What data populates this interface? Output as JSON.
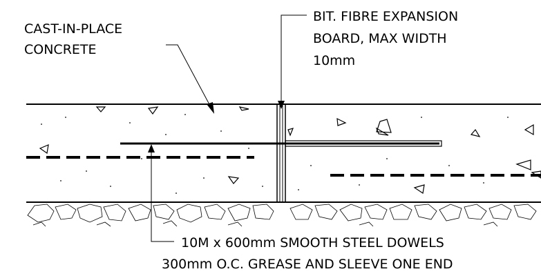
{
  "labels": {
    "concrete": [
      "CAST-IN-PLACE",
      "CONCRETE"
    ],
    "expansion_board": [
      "BIT. FIBRE EXPANSION",
      "BOARD,  MAX WIDTH",
      "10mm"
    ],
    "dowels": [
      "10M x 600mm SMOOTH STEEL DOWELS",
      "300mm O.C. GREASE AND SLEEVE ONE END"
    ]
  },
  "colors": {
    "ink": "#000000",
    "background": "#ffffff"
  }
}
